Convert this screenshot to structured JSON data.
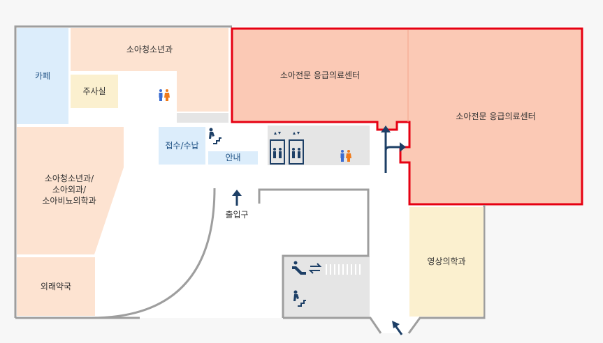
{
  "rooms": {
    "cafe": "카페",
    "pediatric_youth_top": "소아청소년과",
    "injection_room": "주사실",
    "reception": "접수/수납",
    "information": "안내",
    "pediatric_combined": "소아청소년과/\n소아외과/\n소아비뇨의학과",
    "outpatient_pharmacy": "외래약국",
    "emergency_center_left": "소아전문 응급의료센터",
    "emergency_center_right": "소아전문 응급의료센터",
    "radiology": "영상의학과",
    "entrance": "출입구"
  },
  "icons": [
    "restroom-icon",
    "stairs-icon",
    "elevator-icon",
    "escalator-icon",
    "moving-walk-icon",
    "entrance-arrow-icon",
    "direction-arrow-icon"
  ],
  "colors": {
    "peach": "#fde3d1",
    "cream": "#fbf0cf",
    "light_blue": "#dcedfb",
    "emergency_fill": "#fbc9b5",
    "highlight_red": "#e60012",
    "wall_grey": "#9e9e9e",
    "navy": "#1d3f66"
  }
}
